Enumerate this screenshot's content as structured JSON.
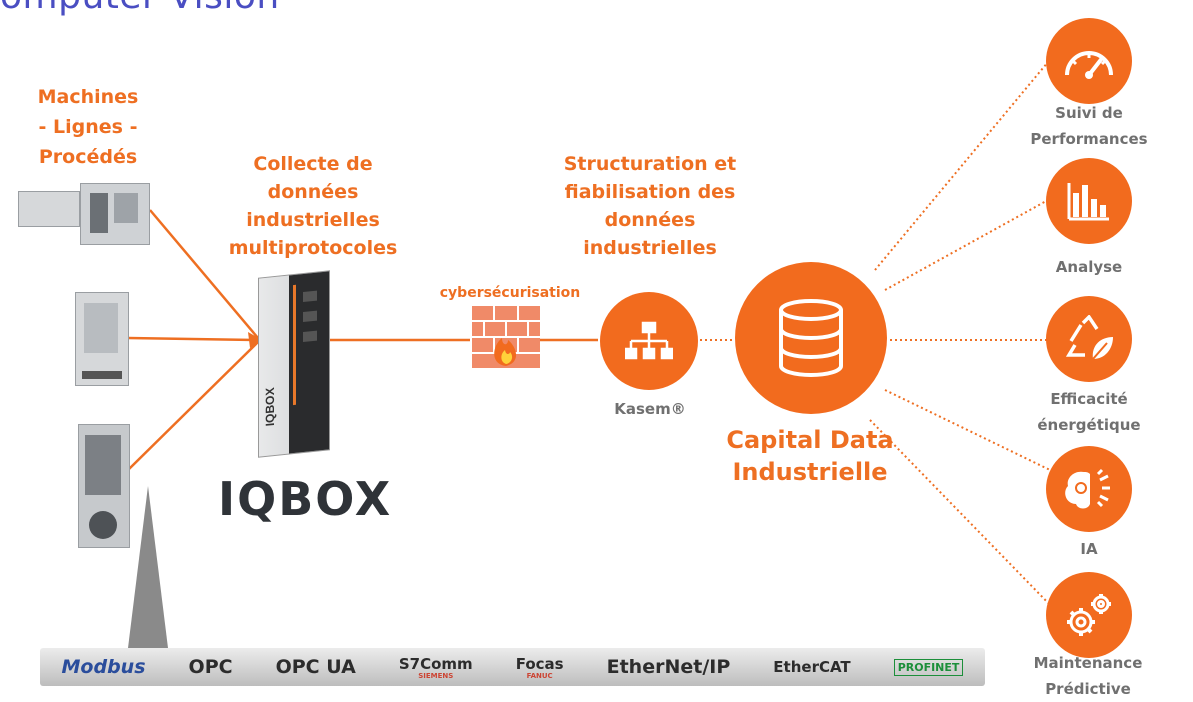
{
  "title": "omputer Vision",
  "sources_label": [
    "Machines",
    "- Lignes -",
    "Procédés"
  ],
  "collecte_label": [
    "Collecte de",
    "données",
    "industrielles",
    "multiprotocoles"
  ],
  "iqbox_logo": "IQBOX",
  "device_brand": "IQBOX",
  "cyber_label": "cybersécurisation",
  "structuration_label": [
    "Structuration et",
    "fiabilisation des",
    "données",
    "industrielles"
  ],
  "kasem_label": "Kasem®",
  "capital_label": [
    "Capital Data",
    "Industrielle"
  ],
  "outputs": [
    {
      "label": [
        "Suivi de",
        "Performances"
      ],
      "icon": "gauge-icon"
    },
    {
      "label": [
        "Analyse"
      ],
      "icon": "bar-chart-icon"
    },
    {
      "label": [
        "Efficacité",
        "énergétique"
      ],
      "icon": "recycle-leaf-icon"
    },
    {
      "label": [
        "IA"
      ],
      "icon": "brain-icon"
    },
    {
      "label": [
        "Maintenance",
        "Prédictive"
      ],
      "icon": "gears-icon"
    }
  ],
  "protocols": [
    "Modbus",
    "OPC",
    "OPC UA",
    "S7Comm",
    "Focas",
    "EtherNet/IP",
    "EtherCAT",
    "PROFINET"
  ],
  "protocol_subs": {
    "s7comm": "SIEMENS",
    "focas": "FANUC"
  },
  "colors": {
    "accent": "#f26b1e",
    "title": "#4a4ec2",
    "gray": "#707070"
  }
}
